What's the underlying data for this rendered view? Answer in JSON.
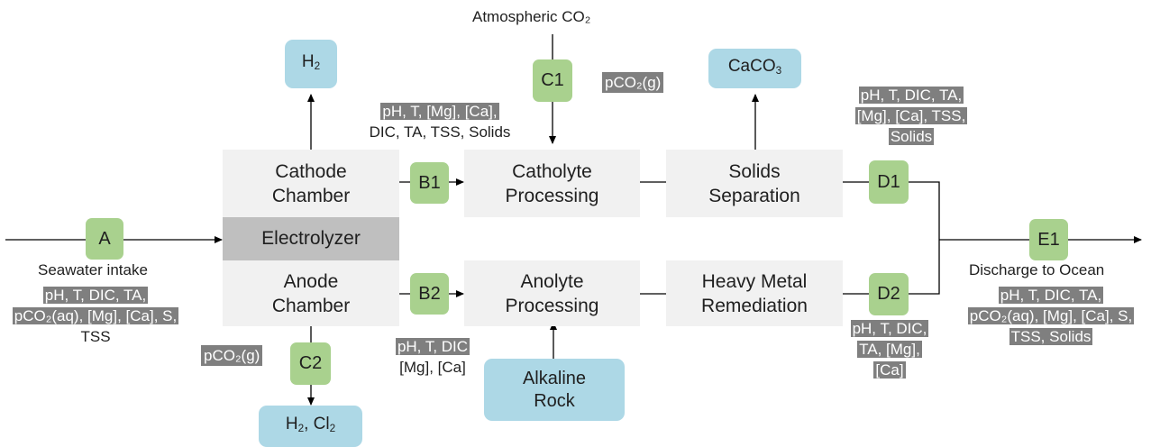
{
  "nodes": {
    "A": "A",
    "B1": "B1",
    "B2": "B2",
    "C1": "C1",
    "C2": "C2",
    "D1": "D1",
    "D2": "D2",
    "E1": "E1"
  },
  "process": {
    "cathode": [
      "Cathode",
      "Chamber"
    ],
    "electrolyzer": "Electrolyzer",
    "anode": [
      "Anode",
      "Chamber"
    ],
    "catholyte": [
      "Catholyte",
      "Processing"
    ],
    "anolyte": [
      "Anolyte",
      "Processing"
    ],
    "solids": [
      "Solids",
      "Separation"
    ],
    "heavy_metal": [
      "Heavy Metal",
      "Remediation"
    ]
  },
  "products": {
    "h2": "H₂",
    "caco3": "CaCO₃",
    "h2_cl2": "H₂, Cl₂",
    "alkaline_rock": [
      "Alkaline",
      "Rock"
    ]
  },
  "labels": {
    "atmospheric": "Atmospheric CO₂",
    "seawater_intake": "Seawater intake",
    "discharge": "Discharge to Ocean",
    "pco2g_c1": "pCO₂(g)",
    "pco2g_c2": "pCO₂(g)"
  },
  "measurements": {
    "intake": [
      "pH, T, DIC, TA,",
      "pCO₂(aq), [Mg], [Ca], S,",
      "TSS"
    ],
    "b1": [
      "pH, T, [Mg], [Ca],",
      "DIC, TA, TSS, Solids"
    ],
    "b2": [
      "pH, T, DIC",
      "[Mg], [Ca]"
    ],
    "d1": [
      "pH, T, DIC, TA,",
      "[Mg], [Ca], TSS,",
      "Solids"
    ],
    "d2": [
      "pH, T, DIC,",
      "TA, [Mg],",
      "[Ca]"
    ],
    "discharge": [
      "pH, T, DIC, TA,",
      "pCO₂(aq), [Mg], [Ca], S,",
      "TSS, Solids"
    ]
  }
}
